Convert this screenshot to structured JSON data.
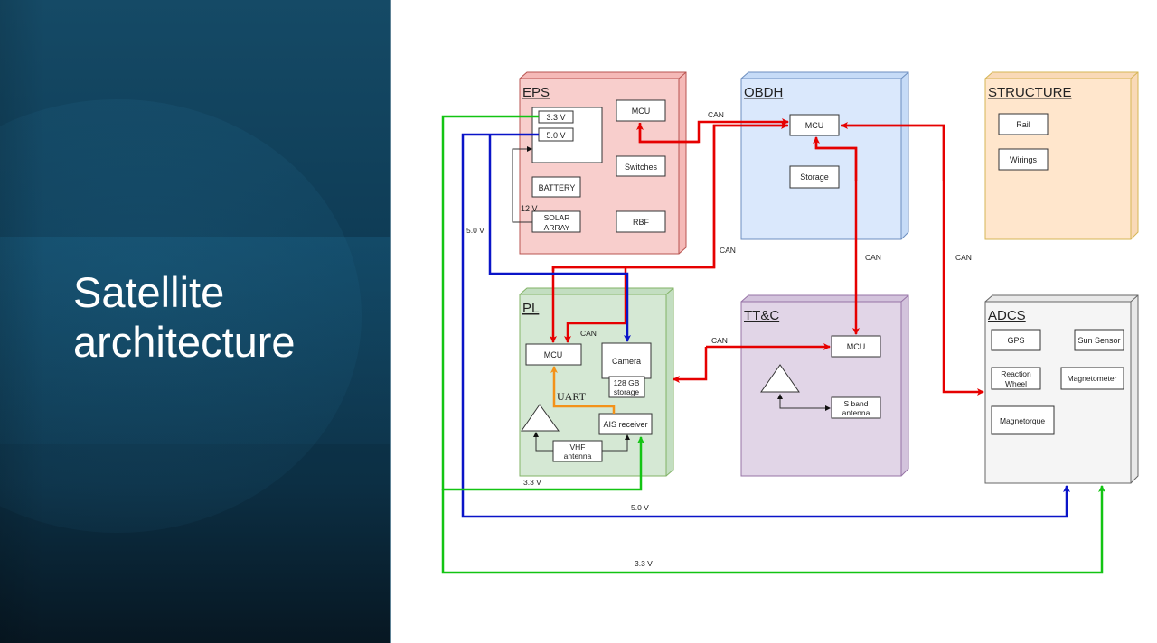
{
  "slide": {
    "title_line1": "Satellite",
    "title_line2": "architecture"
  },
  "colors": {
    "can": "#e60000",
    "v33": "#13c413",
    "v50": "#0a14c8",
    "uart": "#f39219",
    "eps_fill": "#f8cecc",
    "obdh_fill": "#dae8fc",
    "structure_fill": "#ffe6cc",
    "pl_fill": "#d5e8d4",
    "ttc_fill": "#e1d5e7",
    "adcs_fill": "#f5f5f5"
  },
  "diagram": {
    "subsystems": {
      "eps": {
        "title": "EPS",
        "components": {
          "v33": "3.3 V",
          "v50": "5.0 V",
          "mcu": "MCU",
          "switches": "Switches",
          "battery": "BATTERY",
          "solar_line1": "SOLAR",
          "solar_line2": "ARRAY",
          "rbf": "RBF"
        },
        "solar_voltage_label": "12 V"
      },
      "obdh": {
        "title": "OBDH",
        "components": {
          "mcu": "MCU",
          "storage": "Storage"
        }
      },
      "structure": {
        "title": "STRUCTURE",
        "components": {
          "rail": "Rail",
          "wirings": "Wirings"
        }
      },
      "pl": {
        "title": "PL",
        "components": {
          "mcu": "MCU",
          "camera": "Camera",
          "storage_line1": "128 GB",
          "storage_line2": "storage",
          "ais": "AIS receiver",
          "vhf_line1": "VHF",
          "vhf_line2": "antenna"
        },
        "uart_label": "UART",
        "can_label": "CAN"
      },
      "ttc": {
        "title": "TT&C",
        "components": {
          "mcu": "MCU",
          "sband_line1": "S band",
          "sband_line2": "antenna"
        }
      },
      "adcs": {
        "title": "ADCS",
        "components": {
          "gps": "GPS",
          "sun_sensor": "Sun Sensor",
          "rw_line1": "Reaction",
          "rw_line2": "Wheel",
          "magnetometer": "Magnetometer",
          "magnetorque": "Magnetorque"
        }
      }
    },
    "link_labels": {
      "can_eps_obdh": "CAN",
      "can_obdh_pl": "CAN",
      "can_obdh_ttc": "CAN",
      "can_obdh_adcs": "CAN",
      "can_pl_ttc": "CAN",
      "v50_left": "5.0 V",
      "v33_pl": "3.3 V",
      "v50_bottom": "5.0 V",
      "v33_bottom": "3.3 V"
    }
  }
}
